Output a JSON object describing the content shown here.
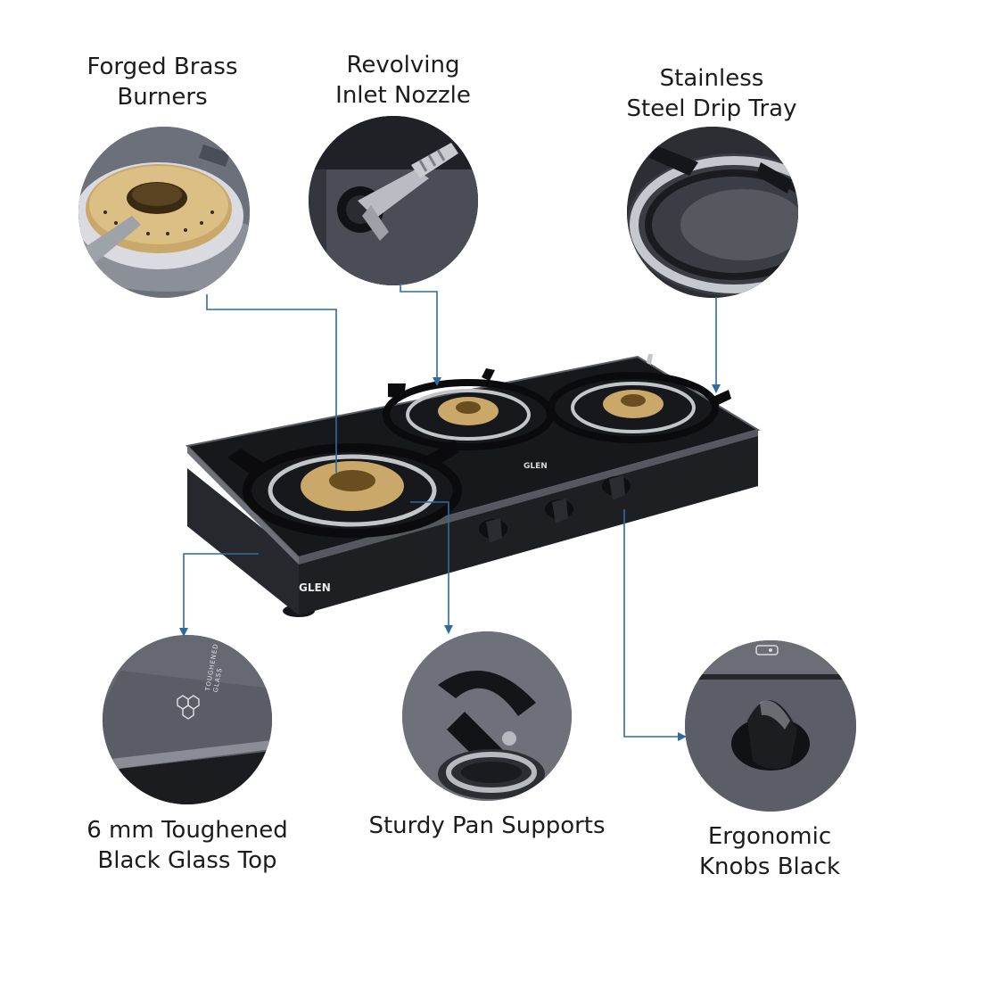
{
  "features": {
    "forged_brass_burners": {
      "line1": "Forged Brass",
      "line2": "Burners"
    },
    "revolving_inlet_nozzle": {
      "line1": "Revolving",
      "line2": "Inlet Nozzle"
    },
    "stainless_steel_drip_tray": {
      "line1": "Stainless",
      "line2": "Steel Drip Tray"
    },
    "toughened_glass_top": {
      "line1": "6 mm Toughened",
      "line2": "Black Glass Top"
    },
    "sturdy_pan_supports": {
      "line1": "Sturdy Pan Supports"
    },
    "ergonomic_knobs": {
      "line1": "Ergonomic",
      "line2": "Knobs Black"
    }
  },
  "product": {
    "brand_front": "GLEN",
    "brand_top": "GLEN",
    "glass_badge_line1": "TOUGHENED",
    "glass_badge_line2": "GLASS"
  },
  "colors": {
    "connector": "#2f6b9c",
    "glass": "#17181c",
    "brass": "#c9a86a"
  }
}
